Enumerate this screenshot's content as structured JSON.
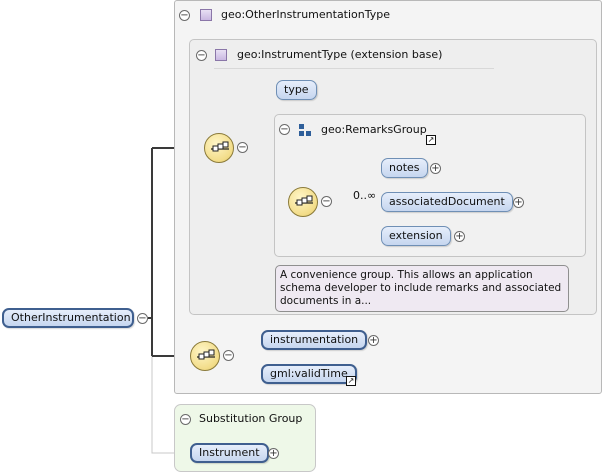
{
  "root": {
    "label": "OtherInstrumentation"
  },
  "complex_type": {
    "title": "geo:OtherInstrumentationType"
  },
  "extension": {
    "title": "geo:InstrumentType (extension base)"
  },
  "elements": {
    "type": "type",
    "remarks_group": "geo:RemarksGroup",
    "occurrence": "0..∞",
    "notes": "notes",
    "associated_document": "associatedDocument",
    "extension_el": "extension",
    "instrumentation": "instrumentation",
    "valid_time": "gml:validTime"
  },
  "annotation": "A convenience group. This allows an application schema developer to include remarks and associated documents in a...",
  "substitution": {
    "title": "Substitution Group",
    "member": "Instrument"
  },
  "symbols": {
    "collapse": "−",
    "expand": "+",
    "link": "↗"
  }
}
